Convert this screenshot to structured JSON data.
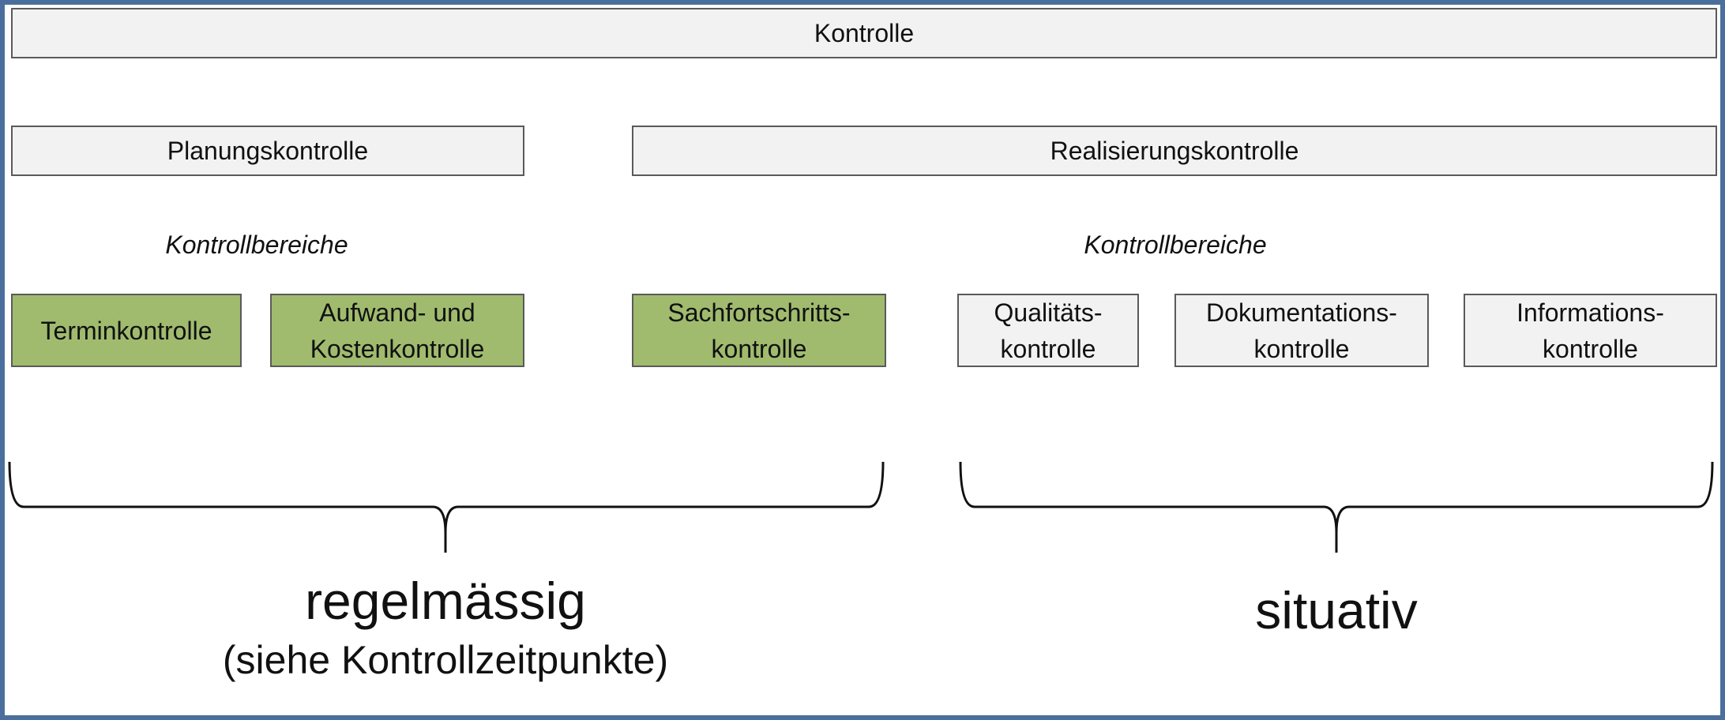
{
  "diagram": {
    "top": {
      "label": "Kontrolle"
    },
    "planung": {
      "label": "Planungskontrolle"
    },
    "realisierung": {
      "label": "Realisierungskontrolle"
    },
    "left_caption": "Kontrollbereiche",
    "right_caption": "Kontrollbereiche",
    "areas": {
      "termin": "Terminkontrolle",
      "aufwand": "Aufwand- und\nKostenkontrolle",
      "sachfortschritt": "Sachfortschritts-\nkontrolle",
      "qualitaet": "Qualitäts-\nkontrolle",
      "dokumentation": "Dokumentations-\nkontrolle",
      "information": "Informations-\nkontrolle"
    },
    "left_group": {
      "title": "regelmässig",
      "subtitle": "(siehe Kontrollzeitpunkte)"
    },
    "right_group": {
      "title": "situativ"
    }
  },
  "colors": {
    "frame": "#4a6f9c",
    "box_fill": "#f2f2f2",
    "highlight_fill": "#a0bb6e",
    "stroke": "#5a5a5a"
  }
}
